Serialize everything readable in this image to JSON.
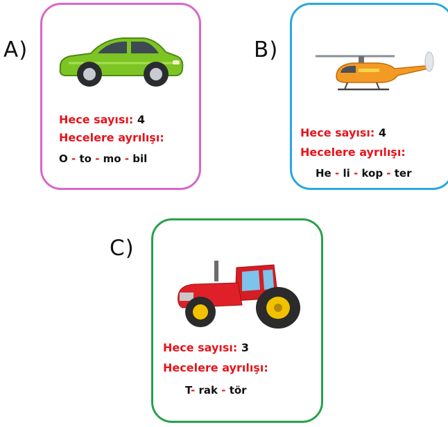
{
  "options": [
    {
      "label": "A)",
      "picture": "car",
      "count_label": "Hece sayısı:",
      "count": "4",
      "split_label": "Hecelere ayrılışı:",
      "syllables": [
        "O",
        "to",
        "mo",
        "bil"
      ],
      "separators": [
        "-",
        "-",
        "-"
      ]
    },
    {
      "label": "B)",
      "picture": "helicopter",
      "count_label": "Hece sayısı:",
      "count": "4",
      "split_label": "Hecelere ayrılışı:",
      "syllables": [
        "He",
        "li",
        "kop",
        "ter"
      ],
      "separators": [
        "-",
        "-",
        "-"
      ]
    },
    {
      "label": "C)",
      "picture": "tractor",
      "count_label": "Hece sayısı:",
      "count": "3",
      "split_label": "Hecelere ayrılışı:",
      "syllables": [
        "T",
        "rak",
        "tör"
      ],
      "separators": [
        "-",
        "-"
      ]
    }
  ],
  "colors": {
    "card_a_border": "#d966c8",
    "card_b_border": "#28a8de",
    "card_c_border": "#27a14a",
    "label_red": "#e8141b"
  }
}
